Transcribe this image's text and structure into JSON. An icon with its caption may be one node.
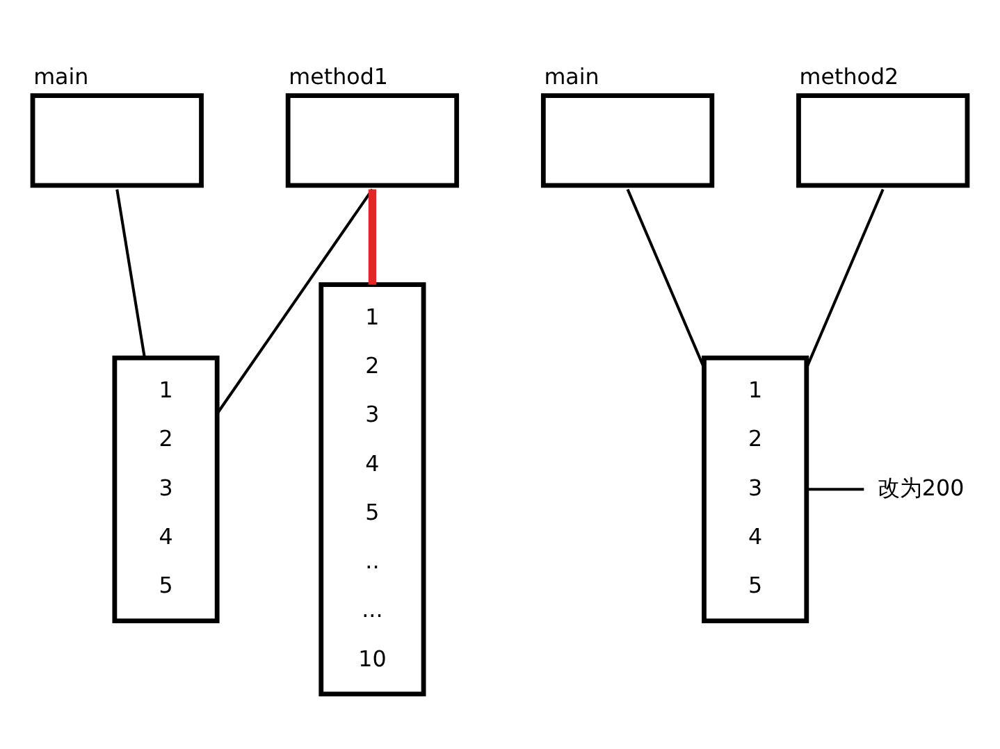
{
  "diagram": {
    "nodes": [
      {
        "text": [
          "main"
        ]
      },
      {
        "text": [
          "method1"
        ]
      },
      {
        "text": [
          "1",
          "2",
          "3",
          "4",
          "5"
        ]
      },
      {
        "text": [
          "1",
          "2",
          "3",
          "4",
          "5",
          "..",
          "...",
          "10"
        ]
      },
      {
        "text": [
          "main"
        ]
      },
      {
        "text": [
          "method2"
        ]
      },
      {
        "text": [
          "1",
          "2",
          "3",
          "4",
          "5"
        ]
      },
      {
        "text": [
          "改为200"
        ]
      }
    ],
    "edges": [
      {
        "from": 0,
        "to": 2,
        "arrow": "none"
      },
      {
        "from": 1,
        "to": 2,
        "arrow": "none"
      },
      {
        "from": 1,
        "to": 3,
        "arrow": "none",
        "style": "thick",
        "color": "#e02828"
      },
      {
        "from": 4,
        "to": 6,
        "arrow": "none"
      },
      {
        "from": 5,
        "to": 6,
        "arrow": "none"
      },
      {
        "from": 7,
        "to": 6,
        "arrow": "none"
      }
    ]
  }
}
